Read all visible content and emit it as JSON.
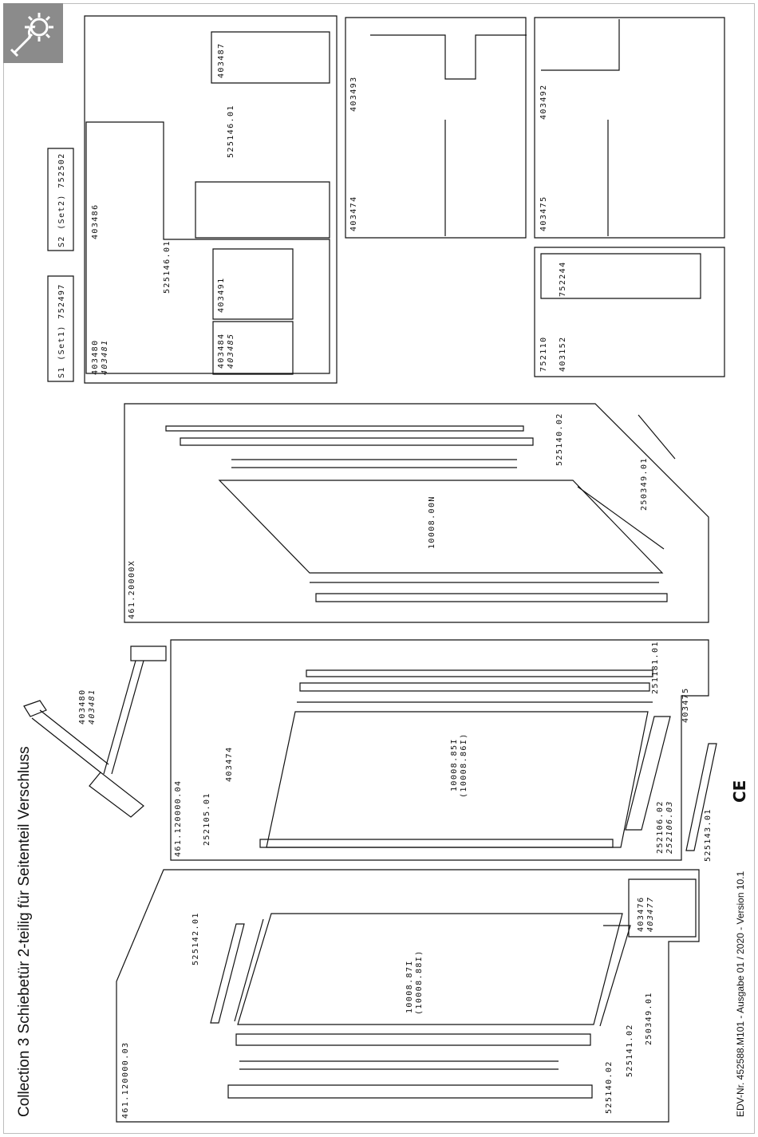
{
  "header": {
    "title": "Collection 3 Schiebetür 2-teilig für Seitenteil Verschluss",
    "icon": "wrench-gear-icon",
    "badge_color": "#8b8b8b"
  },
  "footer": {
    "text": "EDV-Nr. 452588.M101 - Ausgabe 01 / 2020 - Version 10.1",
    "ce_mark": "CE"
  },
  "set_labels": {
    "s1": "S1 (Set1)  752497",
    "s2": "S2 (Set2)  752502"
  },
  "parts": {
    "p403480": "403480",
    "p403481": "403481",
    "p403486": "403486",
    "p525146": "525146.01",
    "p403487": "403487",
    "p403491": "403491",
    "p403484": "403484",
    "p403485": "403485",
    "p403493": "403493",
    "p403474": "403474",
    "p403492": "403492",
    "p403475": "403475",
    "p752110": "752110",
    "p752244": "752244",
    "p403152": "403152",
    "p461200": "461.20000X",
    "p525140": "525140.02",
    "p250349": "250349.01",
    "p10008": "10008.00N",
    "p461120_4": "461.120000.04",
    "p251181": "251181.01",
    "p252105": "252105.01",
    "p10008_85": "10008.85I",
    "p10008_86": "(10008.86I)",
    "p252106_02": "252106.02",
    "p252106_03": "252106.03",
    "p525143": "525143.01",
    "p461120_3": "461.120000.03",
    "p525142": "525142.01",
    "p10008_87": "10008.87I",
    "p10008_88": "(10008.88I)",
    "p403476": "403476",
    "p403477": "403477",
    "p525141": "525141.02"
  }
}
